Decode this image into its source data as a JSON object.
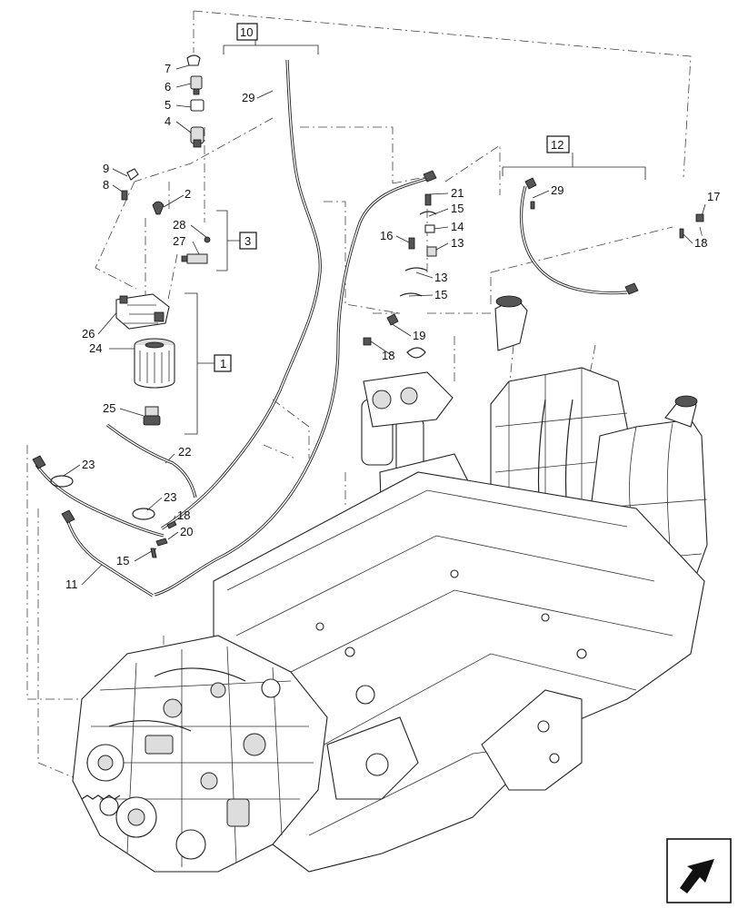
{
  "callouts": [
    {
      "id": "c7",
      "text": "7"
    },
    {
      "id": "c6",
      "text": "6"
    },
    {
      "id": "c5",
      "text": "5"
    },
    {
      "id": "c4",
      "text": "4"
    },
    {
      "id": "c9",
      "text": "9"
    },
    {
      "id": "c8",
      "text": "8"
    },
    {
      "id": "c2",
      "text": "2"
    },
    {
      "id": "c28",
      "text": "28"
    },
    {
      "id": "c27",
      "text": "27"
    },
    {
      "id": "c26",
      "text": "26"
    },
    {
      "id": "c24",
      "text": "24"
    },
    {
      "id": "c25",
      "text": "25"
    },
    {
      "id": "c22",
      "text": "22"
    },
    {
      "id": "c23a",
      "text": "23"
    },
    {
      "id": "c23b",
      "text": "23"
    },
    {
      "id": "c18a",
      "text": "18"
    },
    {
      "id": "c20",
      "text": "20"
    },
    {
      "id": "c15a",
      "text": "15"
    },
    {
      "id": "c11",
      "text": "11"
    },
    {
      "id": "c29a",
      "text": "29"
    },
    {
      "id": "c21",
      "text": "21"
    },
    {
      "id": "c15b",
      "text": "15"
    },
    {
      "id": "c14",
      "text": "14"
    },
    {
      "id": "c16",
      "text": "16"
    },
    {
      "id": "c13a",
      "text": "13"
    },
    {
      "id": "c13b",
      "text": "13"
    },
    {
      "id": "c15c",
      "text": "15"
    },
    {
      "id": "c19",
      "text": "19"
    },
    {
      "id": "c18b",
      "text": "18"
    },
    {
      "id": "c29b",
      "text": "29"
    },
    {
      "id": "c17",
      "text": "17"
    },
    {
      "id": "c18c",
      "text": "18"
    }
  ],
  "assemblies": [
    {
      "id": "a10",
      "text": "10"
    },
    {
      "id": "a12",
      "text": "12"
    },
    {
      "id": "a3",
      "text": "3"
    },
    {
      "id": "a1",
      "text": "1"
    }
  ],
  "icons": {
    "view_arrow": "view-direction-arrow-icon"
  }
}
